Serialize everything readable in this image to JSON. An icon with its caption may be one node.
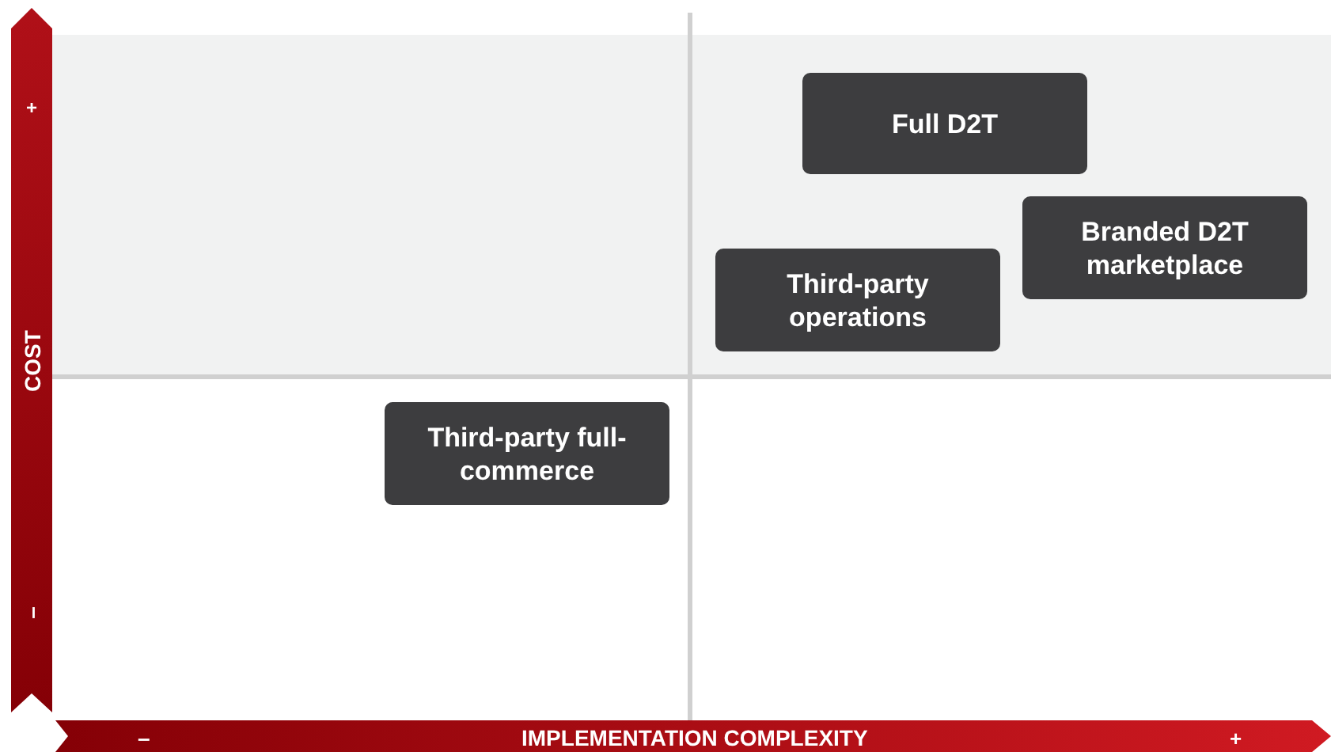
{
  "diagram": {
    "nodes": [
      {
        "text": [
          "Full D2T"
        ]
      },
      {
        "text": [
          "Branded D2T marketplace"
        ]
      },
      {
        "text": [
          "Third-party operations"
        ]
      },
      {
        "text": [
          "Third-party full-commerce"
        ]
      }
    ],
    "labels": [
      "+",
      "COST",
      "–",
      "–",
      "IMPLEMENTATION COMPLEXITY",
      "+"
    ]
  }
}
